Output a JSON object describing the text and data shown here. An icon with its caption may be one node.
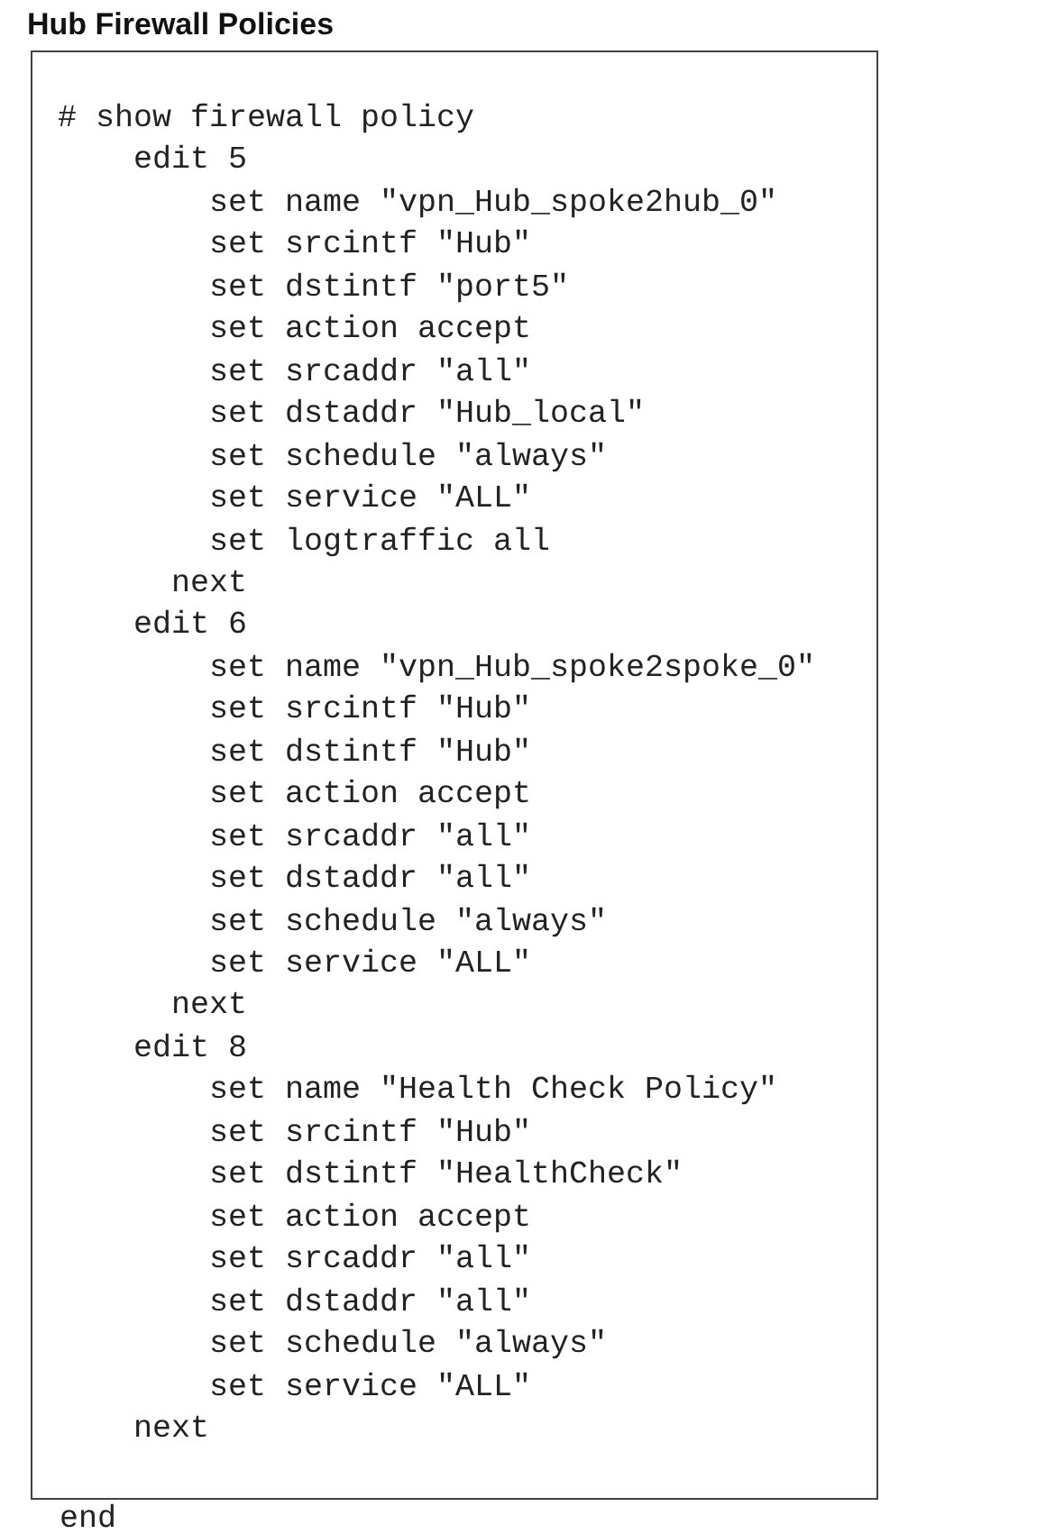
{
  "diagram": {
    "title": "Hub Firewall Policies",
    "nodes": [
      {
        "text": [
          "# show firewall policy",
          "edit 5",
          "set name \"vpn_Hub_spoke2hub_0\"",
          "set srcintf \"Hub\"",
          "set dstintf \"port5\"",
          "set action accept",
          "set srcaddr \"all\"",
          "set dstaddr \"Hub_local\"",
          "set schedule \"always\"",
          "set service \"ALL\"",
          "set logtraffic all",
          "next",
          "edit 6",
          "set name \"vpn_Hub_spoke2spoke_0\"",
          "set srcintf \"Hub\"",
          "set dstintf \"Hub\"",
          "set action accept",
          "set srcaddr \"all\"",
          "set dstaddr \"all\"",
          "set schedule \"always\"",
          "set service \"ALL\"",
          "next",
          "edit 8",
          "set name \"Health Check Policy\"",
          "set srcintf \"Hub\"",
          "set dstintf \"HealthCheck\"",
          "set action accept",
          "set srcaddr \"all\"",
          "set dstaddr \"all\"",
          "set schedule \"always\"",
          "set service \"ALL\"",
          "next"
        ]
      }
    ],
    "labels": [
      "end"
    ]
  }
}
